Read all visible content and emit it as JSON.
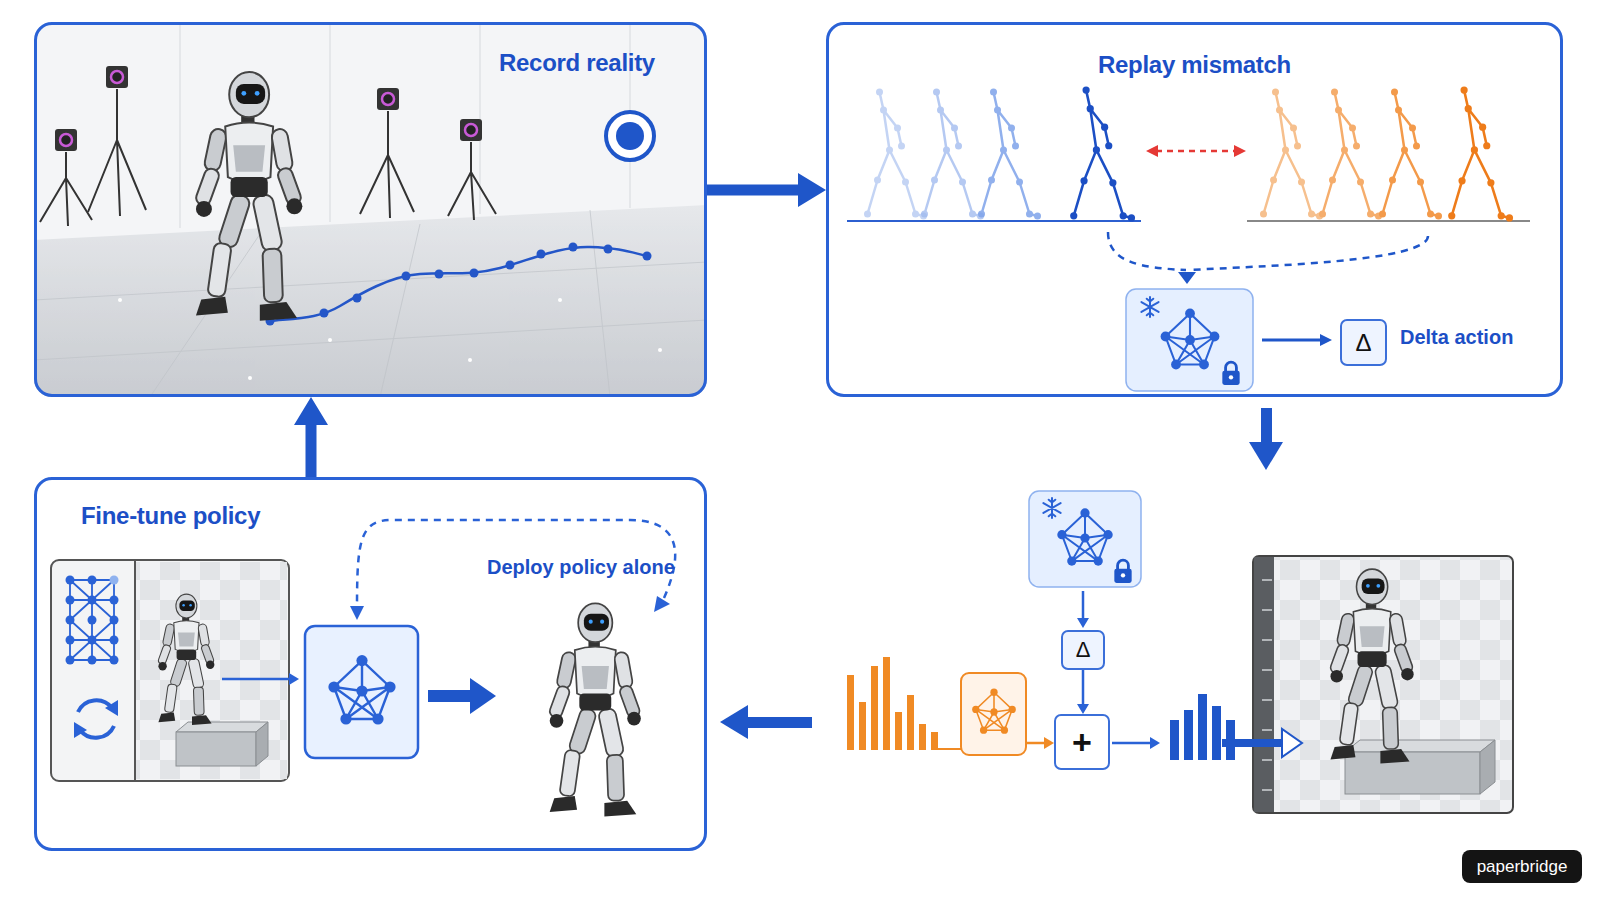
{
  "diagram": {
    "nodes": [
      {
        "text": [
          "Record reality"
        ]
      },
      {
        "text": [
          "Replay mismatch"
        ]
      },
      {
        "text": [
          "Δ"
        ],
        "in": 1
      },
      {
        "text": [
          "Fine-tune policy"
        ]
      },
      {
        "text": [
          "Δ"
        ]
      },
      {
        "text": [
          "+"
        ]
      }
    ],
    "edges": [
      {
        "from": 0,
        "to": 1,
        "arrow": "to"
      },
      {
        "from": 3,
        "to": 0,
        "arrow": "to"
      },
      {
        "from": 4,
        "to": 5,
        "arrow": "to"
      }
    ],
    "labels": [
      "Delta action",
      "Deploy policy alone",
      "paperbridge"
    ]
  }
}
